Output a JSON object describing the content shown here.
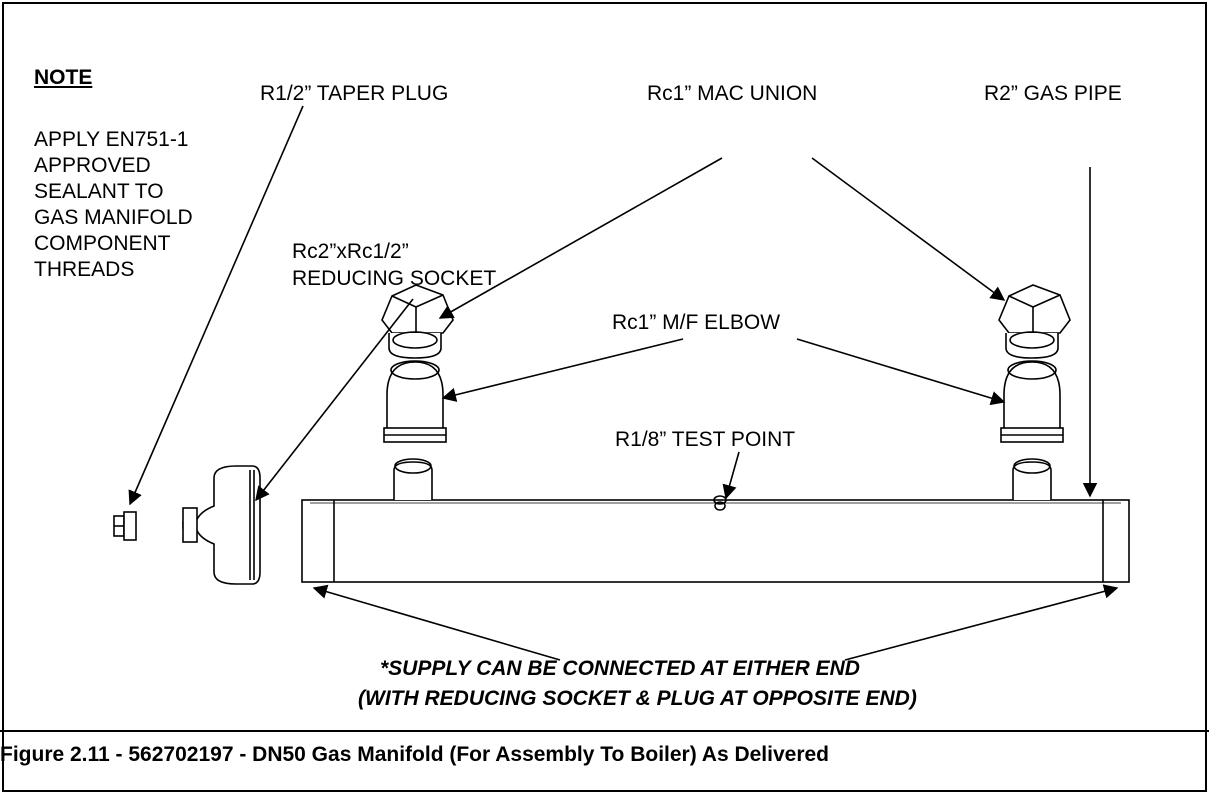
{
  "note": {
    "title": "NOTE",
    "lines": [
      "APPLY EN751-1",
      "APPROVED",
      "SEALANT TO",
      "GAS MANIFOLD",
      "COMPONENT",
      "THREADS"
    ]
  },
  "labels": {
    "taper_plug": "R1/2” TAPER PLUG",
    "mac_union": "Rc1” MAC UNION",
    "gas_pipe": "R2” GAS PIPE",
    "reducing_socket_1": "Rc2”xRc1/2”",
    "reducing_socket_2": "REDUCING SOCKET",
    "mf_elbow": "Rc1” M/F ELBOW",
    "test_point": "R1/8” TEST POINT"
  },
  "supply_note": {
    "line1": "*SUPPLY CAN BE CONNECTED AT EITHER END",
    "line2": "(WITH REDUCING SOCKET & PLUG AT OPPOSITE  END)"
  },
  "caption": "Figure 2.11 - 562702197 - DN50 Gas Manifold (For Assembly To Boiler) As Delivered"
}
